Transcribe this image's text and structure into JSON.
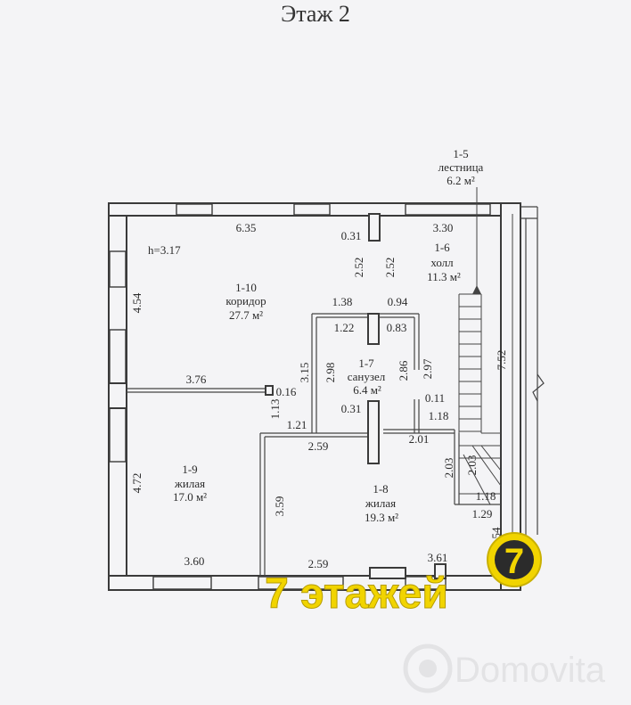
{
  "title": "Этаж 2",
  "ceiling_height": "h=3.17",
  "rooms": {
    "stair_1_5": {
      "id": "1-5",
      "name": "лестница",
      "area": "6.2 м²"
    },
    "hall_1_6": {
      "id": "1-6",
      "name": "холл",
      "area": "11.3 м²"
    },
    "corridor_1_10": {
      "id": "1-10",
      "name": "коридор",
      "area": "27.7 м²"
    },
    "bath_1_7": {
      "id": "1-7",
      "name": "санузел",
      "area": "6.4 м²"
    },
    "living_1_9": {
      "id": "1-9",
      "name": "жилая",
      "area": "17.0 м²"
    },
    "living_1_8": {
      "id": "1-8",
      "name": "жилая",
      "area": "19.3 м²"
    }
  },
  "dimensions": {
    "d_6_35": "6.35",
    "d_3_30": "3.30",
    "d_0_31_top": "0.31",
    "d_2_52_a": "2.52",
    "d_2_52_b": "2.52",
    "d_4_54": "4.54",
    "d_1_38": "1.38",
    "d_0_94": "0.94",
    "d_1_22": "1.22",
    "d_0_83": "0.83",
    "d_3_15": "3.15",
    "d_2_98": "2.98",
    "d_2_86": "2.86",
    "d_2_97": "2.97",
    "d_7_52": "7.52",
    "d_3_76": "3.76",
    "d_0_16": "0.16",
    "d_0_11": "0.11",
    "d_0_31_mid": "0.31",
    "d_1_13": "1.13",
    "d_1_18": "1.18",
    "d_1_21": "1.21",
    "d_2_59_mid": "2.59",
    "d_2_01": "2.01",
    "d_4_72": "4.72",
    "d_2_03_a": "2.03",
    "d_2_03_b": "2.03",
    "d_3_59": "3.59",
    "d_1_18_b": "1.18",
    "d_1_29": "1.29",
    "d_54": "54",
    "d_3_60": "3.60",
    "d_2_59_bot": "2.59",
    "d_3_61": "3.61"
  },
  "watermarks": {
    "brand": "7 этажей",
    "brand_logo": "7",
    "portal": "Domovita"
  },
  "colors": {
    "brand_yellow": "#f1d400",
    "paper": "#f4f4f6",
    "line": "#3a3a3a"
  }
}
